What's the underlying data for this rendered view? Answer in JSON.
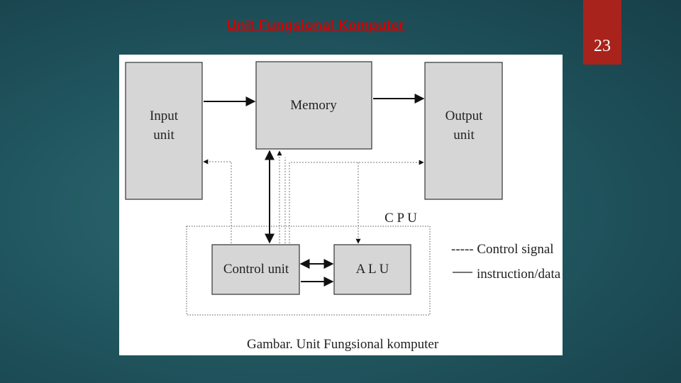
{
  "slide": {
    "title": "Unit Fungsional Komputer",
    "page_number": "23"
  },
  "diagram": {
    "blocks": {
      "input": [
        "Input",
        "unit"
      ],
      "memory": "Memory",
      "output": [
        "Output",
        "unit"
      ],
      "control": "Control unit",
      "alu": "A L U"
    },
    "cpu_label": "C P U",
    "legend": {
      "control_signal": "----- Control signal",
      "instruction_data": "instruction/data"
    },
    "caption": "Gambar. Unit Fungsional komputer"
  },
  "colors": {
    "title": "#d40000",
    "badge": "#a8231c",
    "block_fill": "#d6d6d6"
  }
}
